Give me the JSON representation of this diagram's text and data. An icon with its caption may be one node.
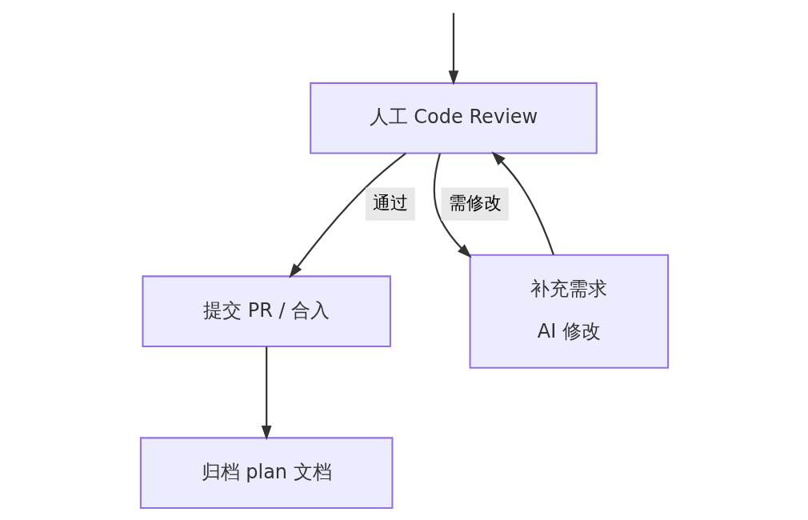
{
  "diagram": {
    "nodes": [
      {
        "text": [
          "人工 Code Review"
        ]
      },
      {
        "text": [
          "提交 PR / 合入"
        ]
      },
      {
        "text": [
          "补充需求",
          "AI 修改"
        ]
      },
      {
        "text": [
          "归档 plan 文档"
        ]
      }
    ],
    "edges": [
      {
        "from": null,
        "to": 0,
        "arrow": "to"
      },
      {
        "from": 0,
        "to": 1,
        "arrow": "to",
        "label": "通过"
      },
      {
        "from": 0,
        "to": 2,
        "arrow": "to",
        "label": "需修改"
      },
      {
        "from": 2,
        "to": 0,
        "arrow": "to"
      },
      {
        "from": 1,
        "to": 3,
        "arrow": "to"
      }
    ]
  }
}
